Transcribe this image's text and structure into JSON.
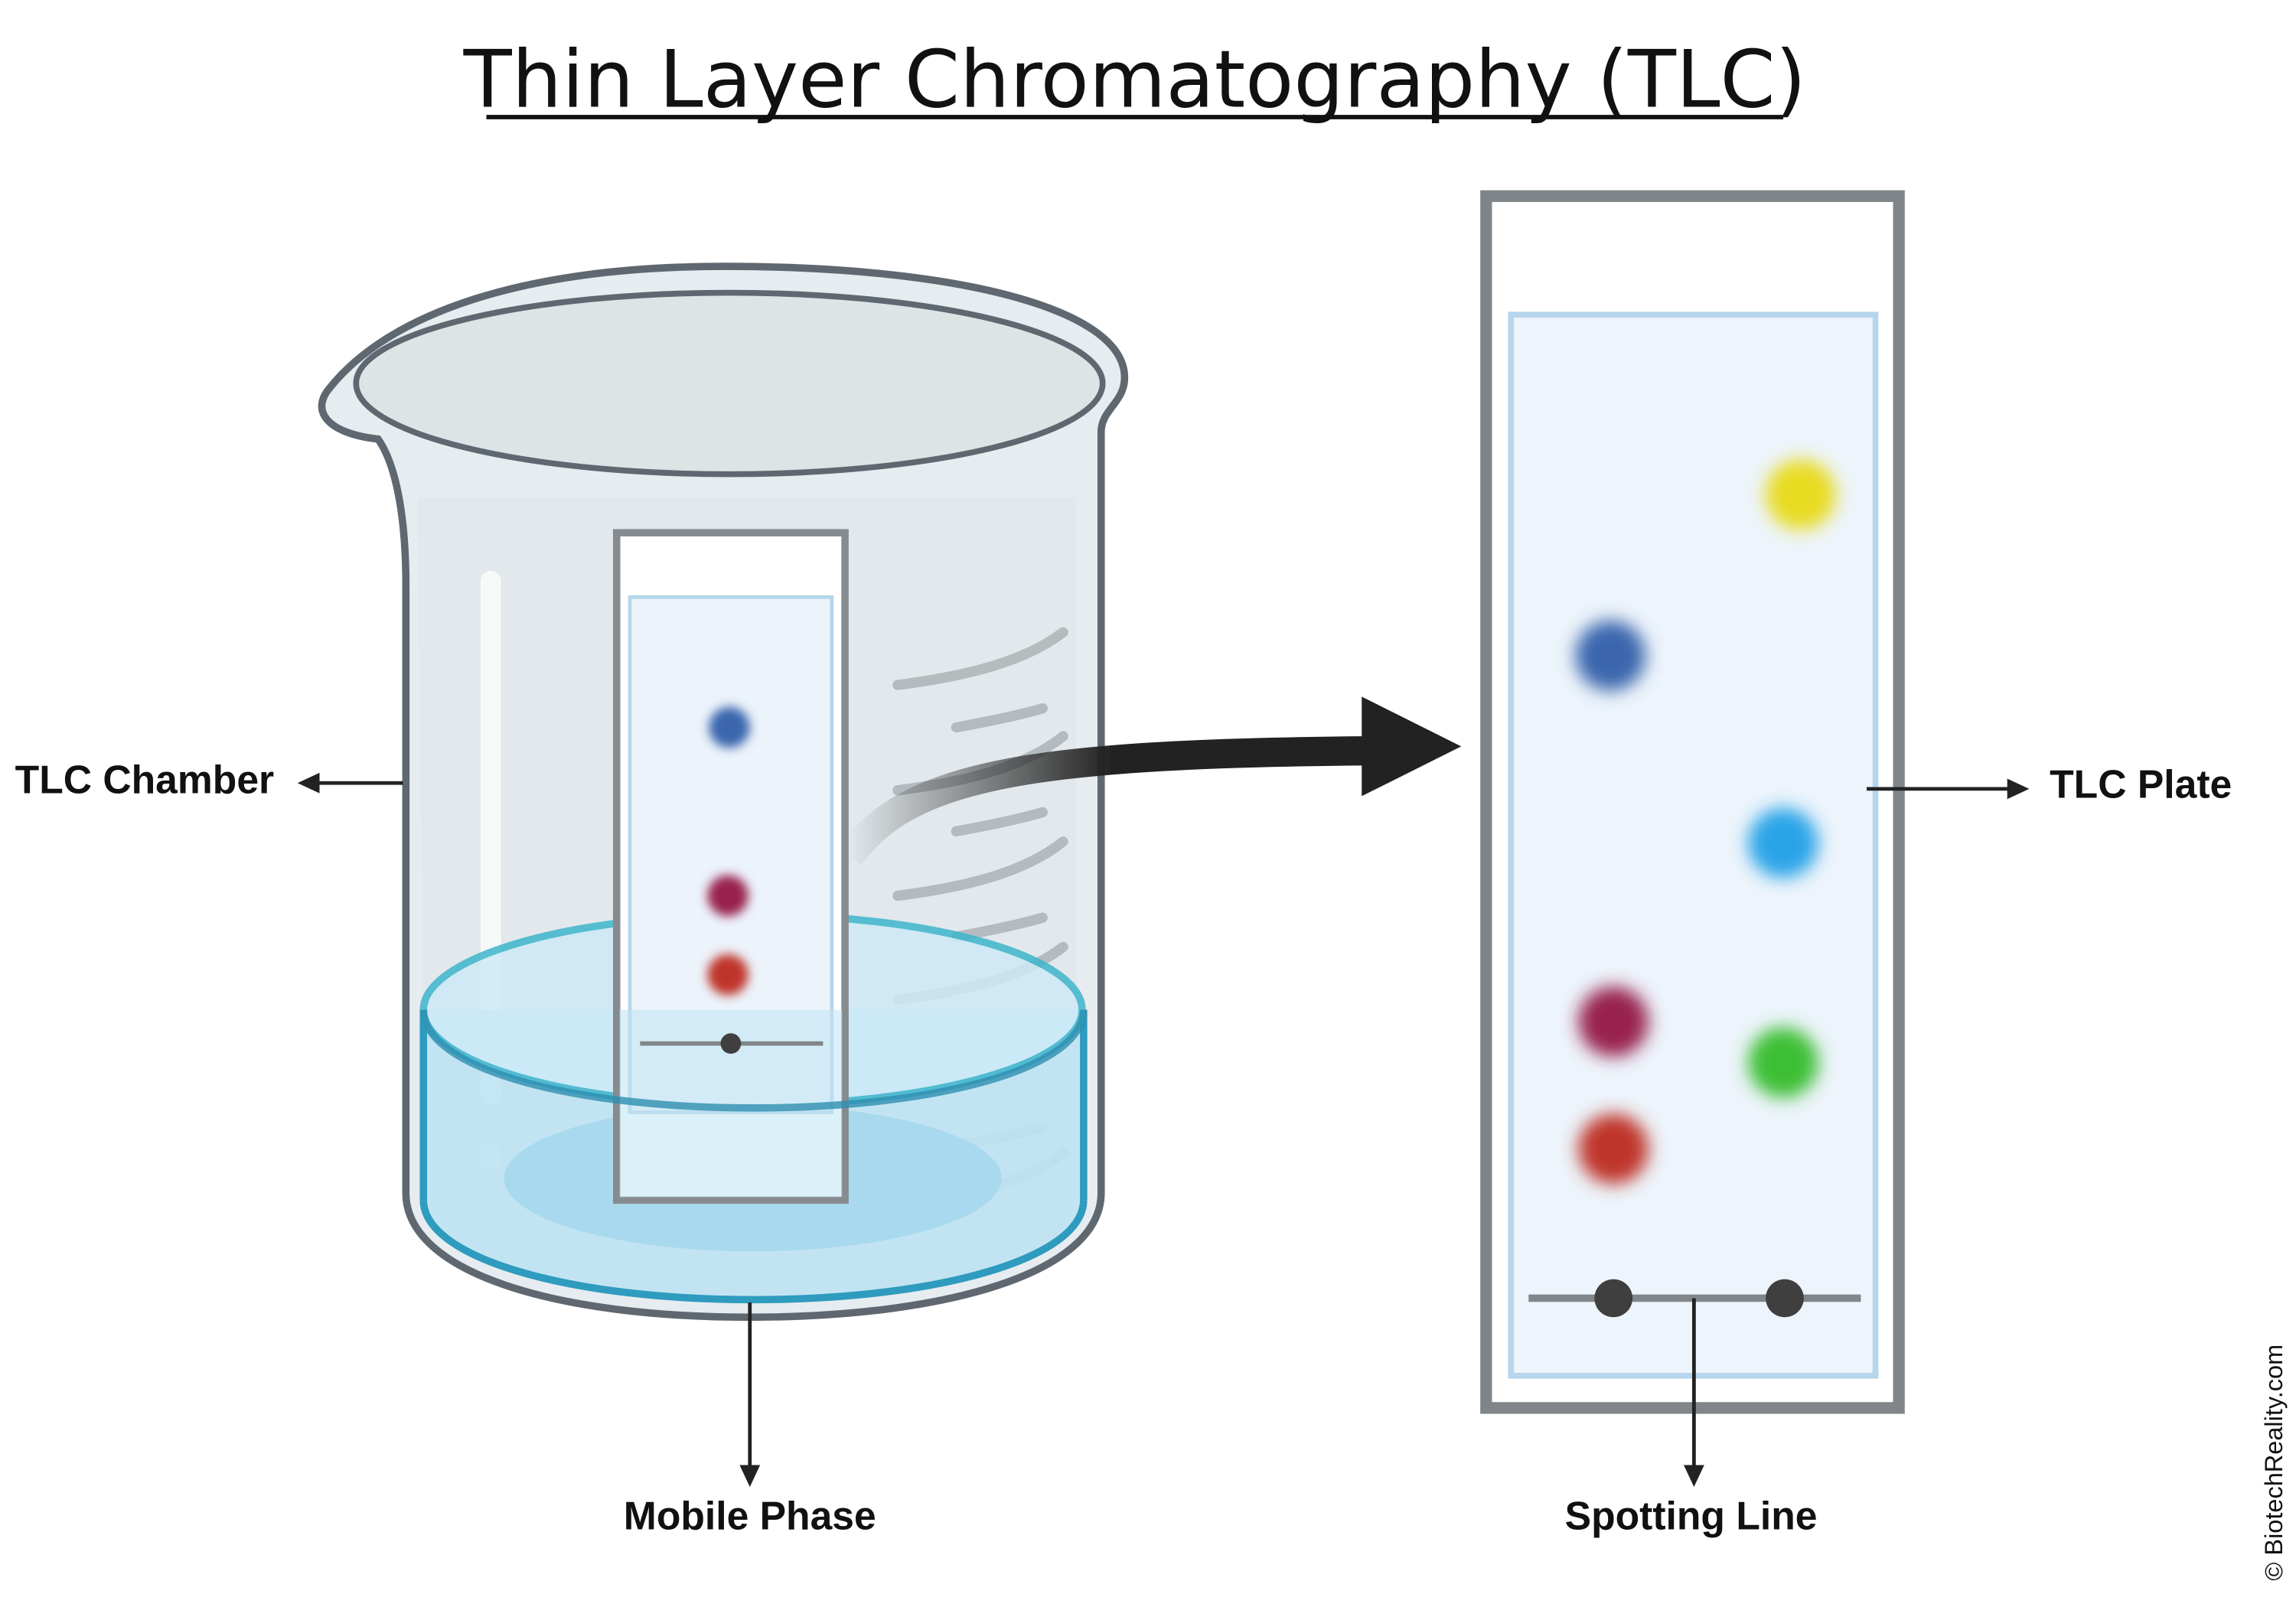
{
  "title": "Thin Layer Chromatography (TLC)",
  "labels": {
    "chamber": "TLC Chamber",
    "plate": "TLC Plate",
    "mobile_phase": "Mobile Phase",
    "spotting_line": "Spotting Line"
  },
  "copyright": "© BiotechReality.com",
  "colors": {
    "yellow": "#e8dc22",
    "blue": "#3a66ad",
    "cyan": "#2aa4e8",
    "maroon": "#98204e",
    "green": "#3cbf35",
    "red": "#c0362c",
    "water": "#cdeaf7",
    "water_edge": "#2e9bbf"
  }
}
